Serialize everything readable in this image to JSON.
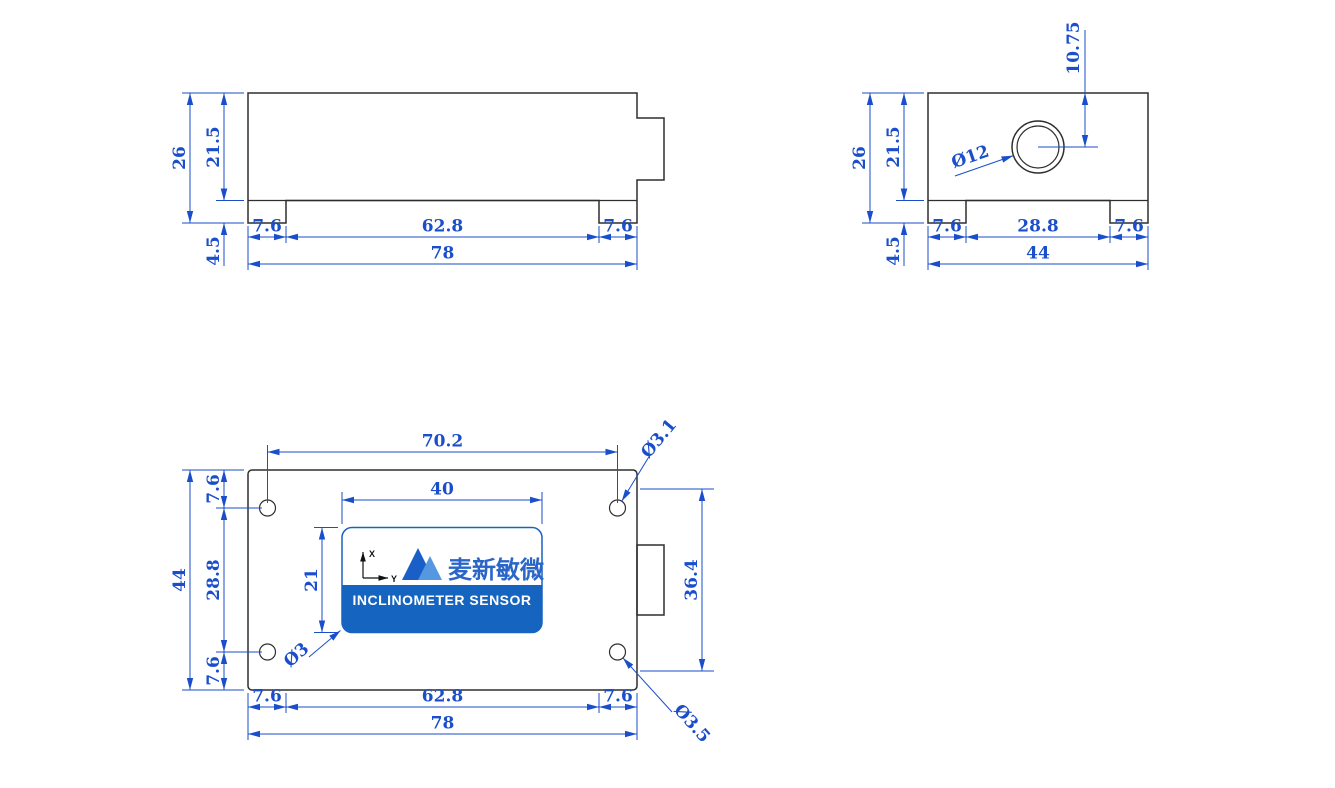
{
  "page": {
    "background": "#ffffff"
  },
  "colors": {
    "dimension_blue": "#1a4ecb",
    "outline_dark": "#2e2e2e",
    "label_band_blue": "#1565c0",
    "logo_dark_blue": "#1a5fc8",
    "logo_light_blue": "#5598e0",
    "brand_text_blue": "#2a66c8"
  },
  "views": {
    "front": {
      "title": "front-view",
      "dims": {
        "total_height": "26",
        "body_height": "21.5",
        "base_height": "4.5",
        "left_foot": "7.6",
        "bottom_span": "62.8",
        "right_foot": "7.6",
        "total_width": "78"
      }
    },
    "side": {
      "title": "side-view",
      "dims": {
        "hole_center_offset": "10.75",
        "hole_diameter": "Ø12",
        "total_height": "26",
        "body_height": "21.5",
        "base_height": "4.5",
        "left_foot": "7.6",
        "bottom_span": "28.8",
        "right_foot": "7.6",
        "total_width": "44"
      }
    },
    "top": {
      "title": "top-view",
      "dims": {
        "hole_span_x": "70.2",
        "label_width": "40",
        "label_height": "21",
        "total_width": "44",
        "hole_span_y": "28.8",
        "top_margin": "7.6",
        "bottom_margin": "7.6",
        "connector_span": "36.4",
        "bottom_left": "7.6",
        "bottom_span": "62.8",
        "bottom_right": "7.6",
        "total_length": "78",
        "hole_top_dia": "Ø3.1",
        "label_hole_dia": "Ø3",
        "hole_bottom_dia": "Ø3.5"
      },
      "label": {
        "brand": "麦新敏微",
        "product": "INCLINOMETER SENSOR",
        "axis_x": "X",
        "axis_y": "Y"
      }
    }
  }
}
